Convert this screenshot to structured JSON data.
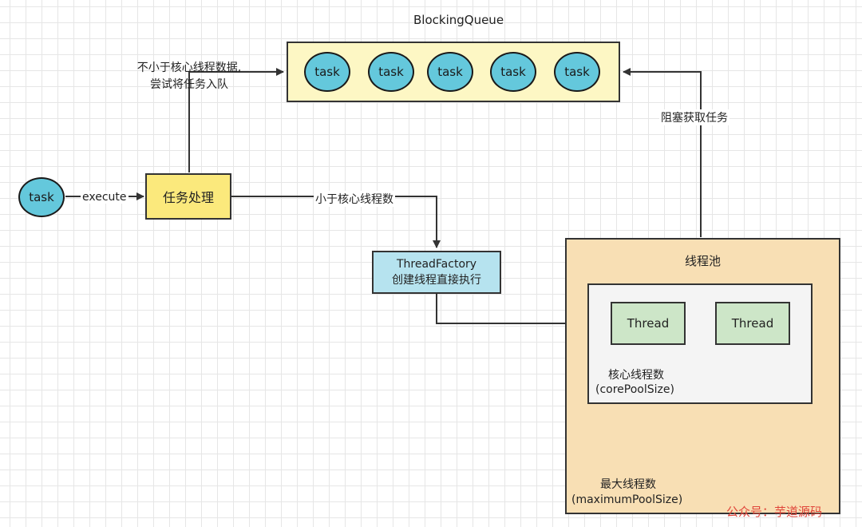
{
  "queue": {
    "title": "BlockingQueue",
    "tasks": [
      "task",
      "task",
      "task",
      "task",
      "task"
    ]
  },
  "input_task": "task",
  "edges": {
    "execute": "execute",
    "enqueue_line1": "不小于核心线程数据,",
    "enqueue_line2": "尝试将任务入队",
    "less_than_core": "小于核心线程数",
    "blocking_take": "阻塞获取任务"
  },
  "process": {
    "label": "任务处理"
  },
  "factory": {
    "line1": "ThreadFactory",
    "line2": "创建线程直接执行"
  },
  "pool": {
    "title": "线程池",
    "core": {
      "threads": [
        "Thread",
        "Thread"
      ],
      "label_line1": "核心线程数",
      "label_line2": "(corePoolSize)"
    },
    "max_label_line1": "最大线程数",
    "max_label_line2": "(maximumPoolSize)"
  },
  "watermark": "公众号：芋道源码",
  "colors": {
    "task_fill": "#64c8dc",
    "queue_fill": "#fdf7c4",
    "process_fill": "#fbe97c",
    "factory_fill": "#b6e3ef",
    "pool_fill": "#f8dfb4",
    "core_fill": "#f4f4f4",
    "thread_fill": "#cde6c8",
    "watermark": "#e0453a"
  }
}
